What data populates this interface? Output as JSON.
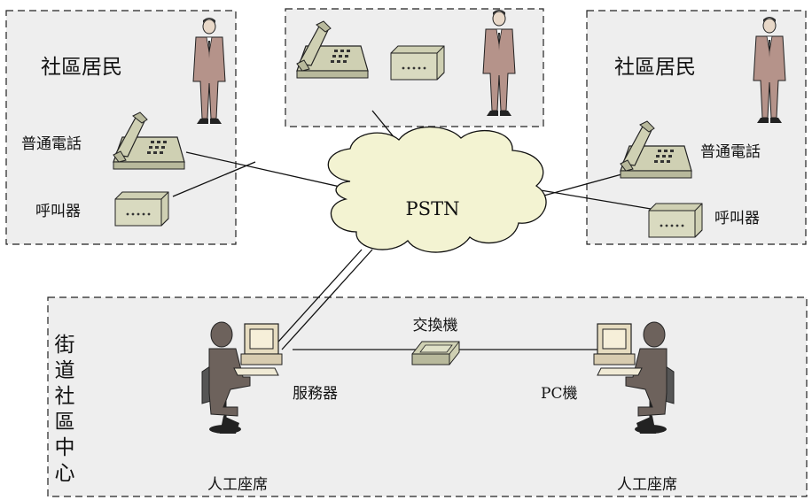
{
  "diagram": {
    "cloud_label": "PSTN",
    "left_residents": {
      "title": "社區居民",
      "phone_label": "普通電話",
      "pager_label": "呼叫器"
    },
    "right_residents": {
      "title": "社區居民",
      "phone_label": "普通電話",
      "pager_label": "呼叫器"
    },
    "community_center": {
      "title_chars": [
        "街",
        "道",
        "社",
        "區",
        "中",
        "心"
      ],
      "switch_label": "交換機",
      "server_label": "服務器",
      "pc_label": "PC機",
      "left_seat_label": "人工座席",
      "right_seat_label": "人工座席"
    }
  },
  "colors": {
    "box_fill": "#eeeeee",
    "box_border": "#222222",
    "cloud_fill": "#f3f3d2",
    "device_fill": "#cfd0b3",
    "suit": "#b5938a",
    "worker_suit": "#6d625c",
    "monitor": "#e6dcc0"
  }
}
